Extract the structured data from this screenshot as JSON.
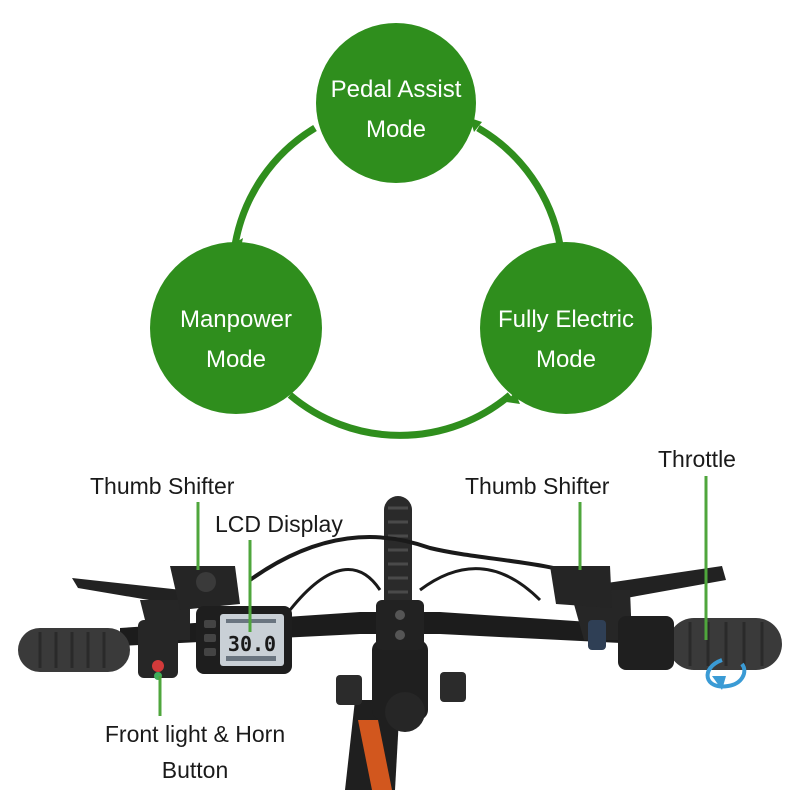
{
  "colors": {
    "mode_green": "#2f8e1d",
    "pointer_line": "#4fa63c",
    "throttle_arrow": "#3a9bd5",
    "bike_dark": "#1f1f1f",
    "grip": "#3a3a3a",
    "lcd_screen": "#c9d0d6",
    "button_red": "#d23a3a",
    "button_green": "#3fae5b",
    "frame_orange": "#d2571e"
  },
  "modes": {
    "pedal_assist": {
      "line1": "Pedal Assist",
      "line2": "Mode"
    },
    "manpower": {
      "line1": "Manpower",
      "line2": "Mode"
    },
    "fully_electric": {
      "line1": "Fully Electric",
      "line2": "Mode"
    }
  },
  "callouts": {
    "thumb_shifter_left": "Thumb Shifter",
    "lcd_display": "LCD Display",
    "thumb_shifter_right": "Thumb Shifter",
    "throttle": "Throttle",
    "front_light_horn": {
      "line1": "Front light & Horn",
      "line2": "Button"
    }
  },
  "lcd": {
    "speed_reading": "30.0"
  }
}
